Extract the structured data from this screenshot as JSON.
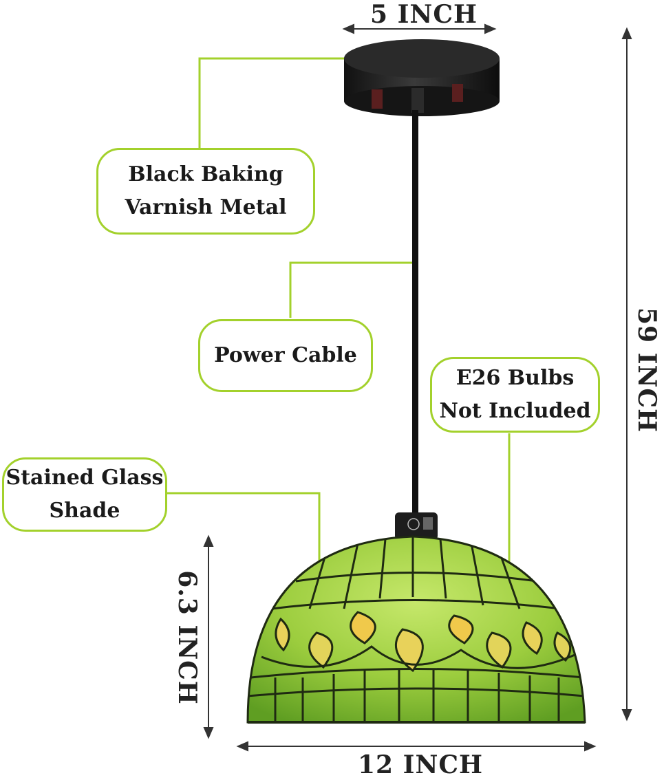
{
  "dimensions": {
    "canopy_width": "5 INCH",
    "total_height": "59 INCH",
    "shade_height": "6.3 INCH",
    "shade_width": "12 INCH"
  },
  "callouts": {
    "canopy": "Black Baking\nVarnish Metal",
    "cable": "Power Cable",
    "bulb": "E26 Bulbs\nNot Included",
    "shade": "Stained Glass\nShade"
  },
  "colors": {
    "callout_border": "#a3d12c",
    "glass_green": "#8cc63f",
    "glass_yellow": "#e8d25a",
    "metal": "#1c1c1c"
  }
}
